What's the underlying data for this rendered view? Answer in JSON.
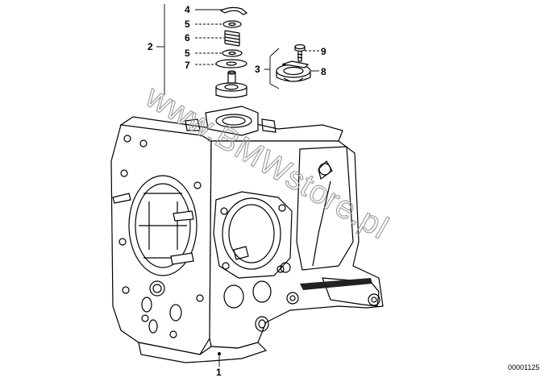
{
  "diagram": {
    "callouts": [
      {
        "id": "1",
        "label": "1"
      },
      {
        "id": "2",
        "label": "2"
      },
      {
        "id": "3",
        "label": "3"
      },
      {
        "id": "4",
        "label": "4"
      },
      {
        "id": "5a",
        "label": "5"
      },
      {
        "id": "6",
        "label": "6"
      },
      {
        "id": "5b",
        "label": "5"
      },
      {
        "id": "7",
        "label": "7"
      },
      {
        "id": "8",
        "label": "8"
      },
      {
        "id": "9",
        "label": "9"
      }
    ],
    "document_number": "00001125",
    "watermark": "www.BMWstore.pl"
  }
}
